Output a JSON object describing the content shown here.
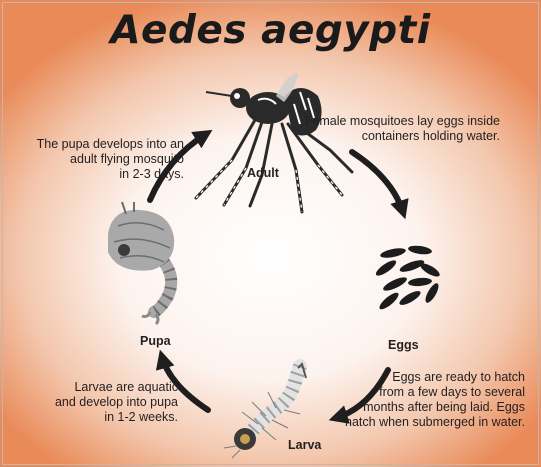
{
  "title": "Aedes aegypti",
  "stages": {
    "adult": "Adult",
    "eggs": "Eggs",
    "larva": "Larva",
    "pupa": "Pupa"
  },
  "descriptions": {
    "adult_to_eggs": [
      "Female mosquitoes lay eggs inside",
      "containers holding water."
    ],
    "eggs_to_larva": [
      "Eggs are ready to hatch",
      "from a few days to several",
      "months after being laid. Eggs",
      "hatch when submerged in water."
    ],
    "larva_to_pupa": [
      "Larvae are aquatic",
      "and develop into pupa",
      "in 1-2 weeks."
    ],
    "pupa_to_adult": [
      "The pupa develops into an",
      "adult flying mosquito",
      "in 2-3 days."
    ]
  },
  "colors": {
    "arrow": "#1e1e1e",
    "mosquito_body": "#2a2a2a",
    "pupa_body": "#9a9a9a",
    "larva_body": "#d9d9d9",
    "egg": "#1c1c1c"
  },
  "icons": [
    "mosquito-adult-icon",
    "egg-cluster-icon",
    "larva-icon",
    "pupa-icon"
  ]
}
